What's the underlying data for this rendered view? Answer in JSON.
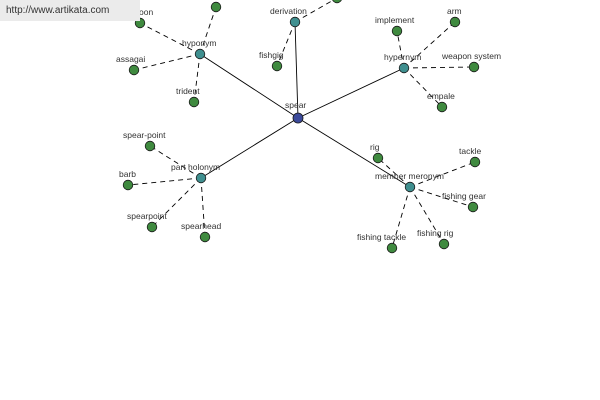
{
  "banner": {
    "url": "http://www.artikata.com"
  },
  "colors": {
    "center": "#3b4a9b",
    "relation": "#3f8f8f",
    "leaf": "#3f8a3f",
    "edge": "#000000"
  },
  "graph": {
    "center": {
      "id": "spear",
      "label": "spear"
    },
    "relations": [
      {
        "id": "hyponym",
        "label": "hyponym"
      },
      {
        "id": "derivation",
        "label": "derivation"
      },
      {
        "id": "hypernym",
        "label": "hypernym"
      },
      {
        "id": "part-holonym",
        "label": "part holonym"
      },
      {
        "id": "member-meronym",
        "label": "member meronym"
      }
    ],
    "leaves": [
      {
        "id": "harpoon",
        "label": "harpoon",
        "relation": "hyponym"
      },
      {
        "id": "hyponym-top-leaf",
        "label": "",
        "relation": "hyponym"
      },
      {
        "id": "assagai",
        "label": "assagai",
        "relation": "hyponym"
      },
      {
        "id": "trident",
        "label": "trident",
        "relation": "hyponym"
      },
      {
        "id": "fishgig",
        "label": "fishgig",
        "relation": "derivation"
      },
      {
        "id": "derivation-top-leaf",
        "label": "",
        "relation": "derivation"
      },
      {
        "id": "implement",
        "label": "implement",
        "relation": "hypernym"
      },
      {
        "id": "arm",
        "label": "arm",
        "relation": "hypernym"
      },
      {
        "id": "weapon-system",
        "label": "weapon system",
        "relation": "hypernym"
      },
      {
        "id": "empale",
        "label": "empale",
        "relation": "hypernym"
      },
      {
        "id": "spear-point",
        "label": "spear-point",
        "relation": "part-holonym"
      },
      {
        "id": "barb",
        "label": "barb",
        "relation": "part-holonym"
      },
      {
        "id": "spearpoint",
        "label": "spearpoint",
        "relation": "part-holonym"
      },
      {
        "id": "spearhead",
        "label": "spearhead",
        "relation": "part-holonym"
      },
      {
        "id": "rig",
        "label": "rig",
        "relation": "member-meronym"
      },
      {
        "id": "tackle",
        "label": "tackle",
        "relation": "member-meronym"
      },
      {
        "id": "fishing-gear",
        "label": "fishing gear",
        "relation": "member-meronym"
      },
      {
        "id": "fishing-rig",
        "label": "fishing rig",
        "relation": "member-meronym"
      },
      {
        "id": "fishing-tackle",
        "label": "fishing tackle",
        "relation": "member-meronym"
      }
    ]
  }
}
